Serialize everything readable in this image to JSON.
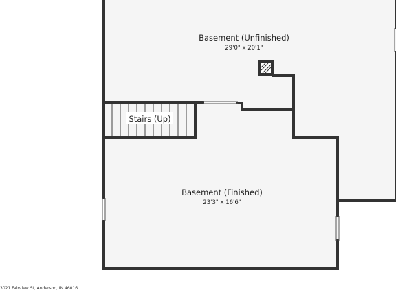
{
  "rooms": {
    "unfinished": {
      "name": "Basement (Unfinished)",
      "dims": "29'0\" x 20'1\""
    },
    "finished": {
      "name": "Basement (Finished)",
      "dims": "23'3\" x 16'6\""
    },
    "stairs": {
      "name": "Stairs (Up)"
    }
  },
  "footer": {
    "address": "3021 Fairview St, Anderson, IN 46016"
  },
  "colors": {
    "wall": "#333333",
    "floor": "#f5f5f5",
    "background": "#ffffff"
  }
}
